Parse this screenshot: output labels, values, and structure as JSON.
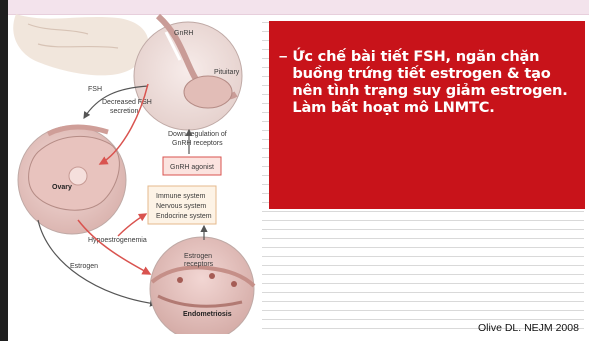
{
  "text_box": {
    "bullet": "–",
    "text": "Ức chế bài tiết FSH, ngăn chặn buồng trứng tiết estrogen & tạo nên tình trạng suy giảm estrogen. Làm bất hoạt mô LNMTC."
  },
  "diagram": {
    "gnrh": "GnRH",
    "pituitary": "Pituitary",
    "fsh": "FSH",
    "decreased_fsh_1": "Decreased FSH",
    "decreased_fsh_2": "secretion",
    "downreg_1": "Down-regulation of",
    "downreg_2": "GnRH receptors",
    "agonist": "GnRH agonist",
    "ovary": "Ovary",
    "systems": [
      "Immune system",
      "Nervous system",
      "Endocrine system"
    ],
    "hypoestrogenemia": "Hypoestrogenemia",
    "estrogen": "Estrogen",
    "estrogen_receptors_1": "Estrogen",
    "estrogen_receptors_2": "receptors",
    "endometriosis": "Endometriosis"
  },
  "citation": "Olive DL. NEJM 2008",
  "colors": {
    "box": "#c8131a",
    "accent": "#d9534f"
  }
}
